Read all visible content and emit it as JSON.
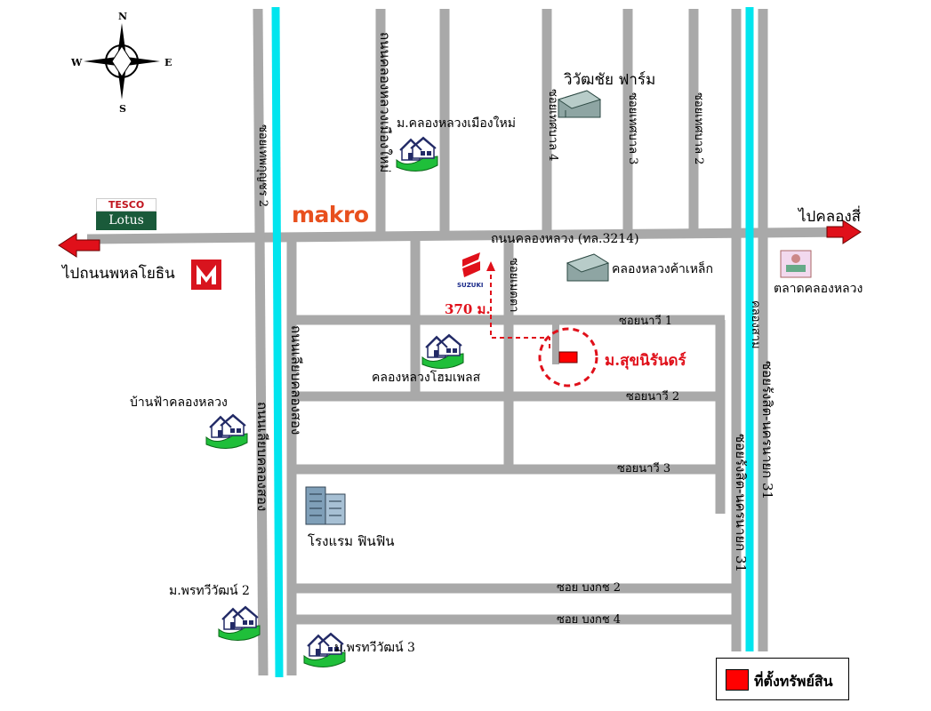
{
  "compass": {
    "n": "N",
    "s": "S",
    "e": "E",
    "w": "W"
  },
  "roads": {
    "main": "ถนนคลองหลวง (ทล.3214)",
    "to_klongsi": "ไปคลองสี่",
    "to_phahon": "ไปถนนพหลโยธิน",
    "klong_luang_muang_mai_rd": "ถนนคลองหลวงเมืองใหม่",
    "soi_thetsaban4": "ซอยเทศบาล 4",
    "soi_thetsaban3": "ซอยเทศบาล 3",
    "soi_thetsaban2": "ซอยเทศบาล 2",
    "soi_thepkunchorn2": "ซอยเทพกุญชร 2",
    "liab_klong_song_left": "ถนนเลียบคลองสอง",
    "liab_klong_song_inner": "ถนนเลียบคลองสอง",
    "soi_mettanon": "ซอยเมตตา",
    "klong_sam": "คลองสาม",
    "soi_rangsit_nakhonnayok31_a": "ซอยรังสิต-นครนายก 31",
    "soi_rangsit_nakhonnayok31_b": "ซอยรังสิต-นครนายก 31",
    "soi_nawi1": "ซอยนาวี 1",
    "soi_nawi2": "ซอยนาวี 2",
    "soi_nawi3": "ซอยนาวี 3",
    "soi_bongkot2": "ซอย บงกช 2",
    "soi_bongkot4": "ซอย บงกช 4"
  },
  "places": {
    "wiwatchai_farm": "วิวัฒชัย ฟาร์ม",
    "moo_klong_luang_mai": "ม.คลองหลวงเมืองใหม่",
    "klong_luang_steel": "คลองหลวงค้าเหล็ก",
    "talad_klong_luang": "ตลาดคลองหลวง",
    "klong_luang_homeplus": "คลองหลวงโฮมเพลส",
    "baan_fa_klong_luang": "บ้านฟ้าคลองหลวง",
    "hotel_finfin": "โรงแรม ฟินฟิน",
    "pornthawee2": "ม.พรทวีวัฒน์ 2",
    "pornthawee3": "ม.พรทวีวัฒน์ 3",
    "target": "ม.สุขนิรันดร์",
    "distance": "370 ม."
  },
  "brands": {
    "makro": "makro",
    "tesco_top": "TESCO",
    "tesco_bottom": "Lotus",
    "suzuki": "SUZUKI"
  },
  "legend": {
    "label": "ที่ตั้งทรัพย์สิน",
    "color": "#ff0000"
  },
  "colors": {
    "road": "#a9a9a9",
    "canal": "#00e5ee",
    "arrow": "#e0101a",
    "marker": "#ff0000"
  }
}
